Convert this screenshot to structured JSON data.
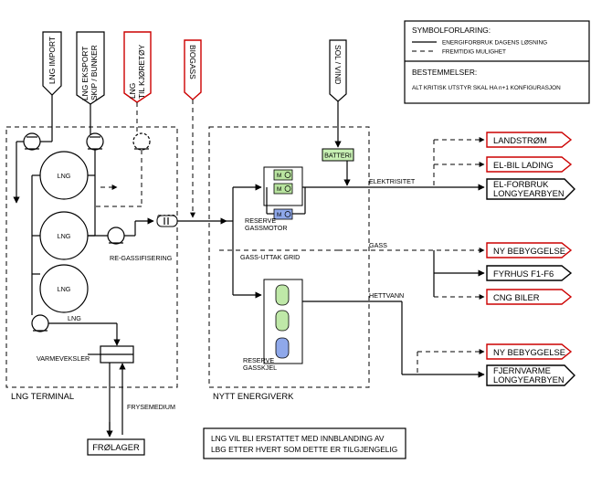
{
  "legend": {
    "title": "SYMBOLFORLARING:",
    "solid_label": "ENERGIFORBRUK DAGENS LØSNING",
    "dashed_label": "FREMTIDIG MULIGHET",
    "rules_title": "BESTEMMELSER:",
    "rules_text": "ALT KRITISK UTSTYR SKAL HA n+1 KONFIGURASJON"
  },
  "sources": {
    "lng_import": "LNG IMPORT",
    "lng_export_1": "LNG EKSPORT",
    "lng_export_2": "SKIP / BUNKER",
    "lng_vehicle_1": "LNG",
    "lng_vehicle_2": "TIL KJØRETØY",
    "biogas": "BIOGASS",
    "sun_wind": "SOL / VIND"
  },
  "terminal": {
    "title": "LNG TERMINAL",
    "tank_label": "LNG",
    "regas_label": "RE-GASSIFISERING",
    "lng_pipe_label": "LNG",
    "heat_exchanger_label": "VARMEVEKSLER",
    "coolant_label": "FRYSEMEDIUM",
    "cold_storage": "FRØLAGER"
  },
  "plant": {
    "title": "NYTT ENERGIVERK",
    "gas_label": "GASS",
    "battery": "BATTERI",
    "reserve_motor_1": "RESERVE",
    "reserve_motor_2": "GASSMOTOR",
    "gas_outlet_grid": "GASS-UTTAK GRID",
    "reserve_boiler_1": "RESERVE",
    "reserve_boiler_2": "GASSKJEL",
    "electricity_label": "ELEKTRISITET",
    "gas_line_label": "GASS",
    "heat_label": "HETTVANN"
  },
  "consumers": {
    "shore_power": "LANDSTRØM",
    "ev_charging": "EL-BIL LADING",
    "el_use_1": "EL-FORBRUK",
    "el_use_2": "LONGYEARBYEN",
    "new_buildings_gas": "NY BEBYGGELSE",
    "fyrhus": "FYRHUS F1-F6",
    "cng": "CNG BILER",
    "new_buildings_heat": "NY BEBYGGELSE",
    "district_heat_1": "FJERNVARME",
    "district_heat_2": "LONGYEARBYEN"
  },
  "note": {
    "line1": "LNG VIL BLI ERSTATTET MED INNBLANDING AV",
    "line2": "LBG ETTER HVERT SOM DETTE ER TILGJENGELIG"
  },
  "colors": {
    "future_highlight": "#cc0000",
    "generator_fill": "#b9e4a0",
    "reserve_fill": "#8fa8ea",
    "boiler_fill": "#bfe8a8"
  }
}
